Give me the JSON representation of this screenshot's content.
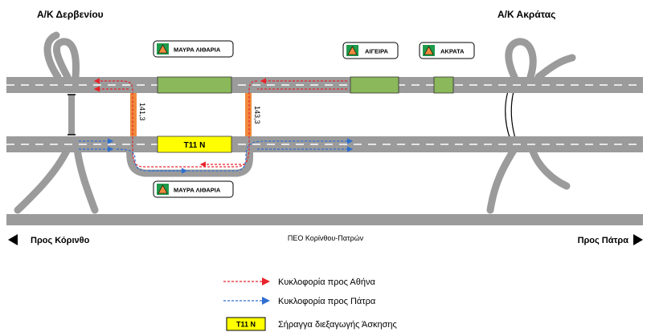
{
  "interchanges": {
    "left": "Α/Κ Δερβενίου",
    "right": "Α/Κ Ακράτας"
  },
  "tunnel_signs": [
    {
      "label": "ΜΑΥΡΑ ΛΙΘΑΡΙΑ"
    },
    {
      "label": "ΑΙΓΕΙΡΑ"
    },
    {
      "label": "ΑΚΡΑΤΑ"
    },
    {
      "label": "ΜΑΥΡΑ ΛΙΘΑΡΙΑ"
    }
  ],
  "crossovers": {
    "left_km": "141,3",
    "right_km": "143,3"
  },
  "exercise_tunnel": "T11 N",
  "road": {
    "towards_left": "Προς Κόρινθο",
    "towards_right": "Προς Πάτρα",
    "name": "ΠΕΟ Κορίνθου-Πατρών"
  },
  "legend": {
    "to_athens": "Κυκλοφορία προς Αθήνα",
    "to_patra": "Κυκλοφορία προς Πάτρα",
    "tunnel_badge": "T11 N",
    "tunnel_desc": "Σήραγγα διεξαγωγής Άσκησης"
  },
  "colors": {
    "road": "#9b9b9b",
    "tunnel_green": "#8ab85a",
    "tunnel_yellow": "#ffff00",
    "crossover": "#f08a3c",
    "athens_traffic": "#e8232a",
    "patra_traffic": "#2f6fd0",
    "sign_border": "#000000"
  }
}
